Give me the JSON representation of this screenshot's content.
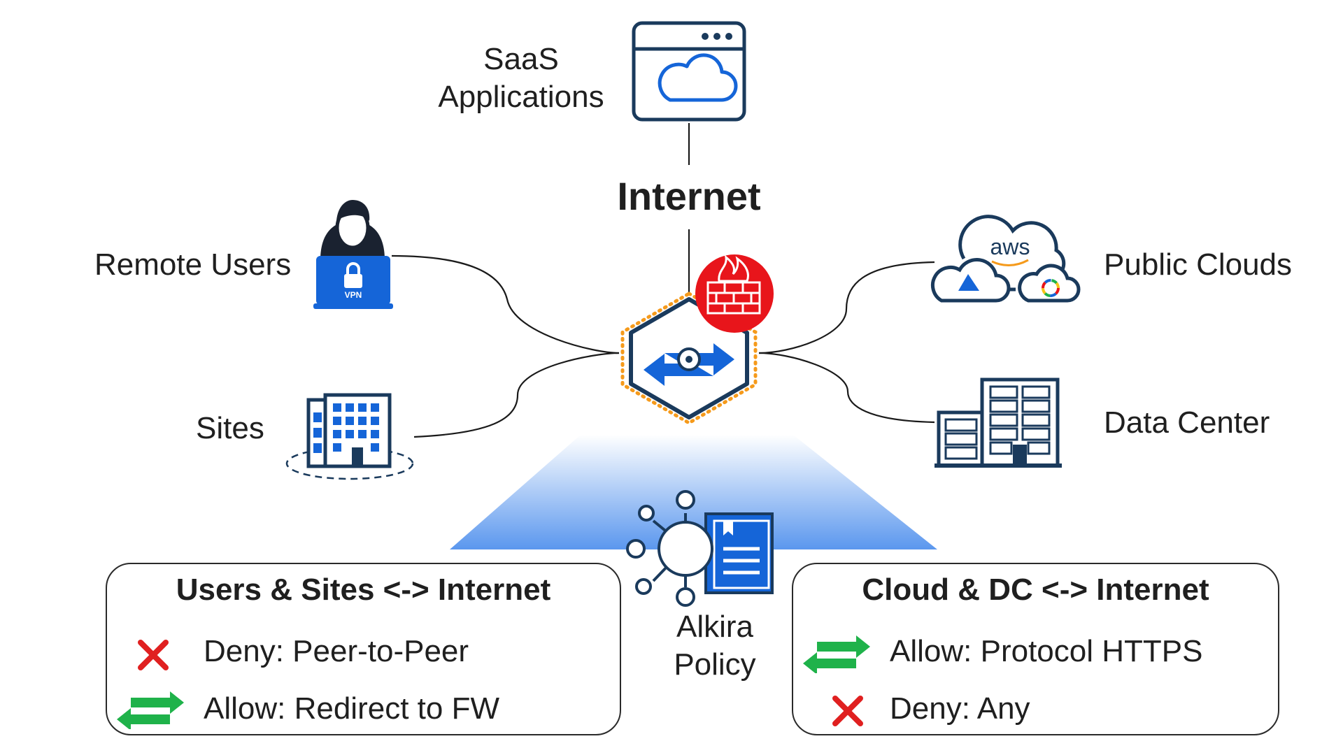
{
  "colors": {
    "navy": "#1a3a5c",
    "blue": "#1565d8",
    "firewall_red": "#e8151b",
    "orange_dots": "#f59a1b",
    "green_arrow": "#1fb24a",
    "red_x": "#e02020",
    "gradient_top": "#f2f7fe",
    "gradient_bottom": "#5b97ee"
  },
  "nodes": {
    "saas": {
      "label_line1": "SaaS",
      "label_line2": "Applications",
      "icon": "browser-cloud-icon"
    },
    "internet": {
      "label": "Internet"
    },
    "remote_users": {
      "label": "Remote Users",
      "icon": "vpn-user-icon",
      "badge": "VPN"
    },
    "sites": {
      "label": "Sites",
      "icon": "office-building-icon"
    },
    "public_clouds": {
      "label": "Public Clouds",
      "icon": "multi-cloud-icon",
      "aws_text": "aws"
    },
    "data_center": {
      "label": "Data Center",
      "icon": "data-center-icon"
    },
    "hub": {
      "icon": "alkira-hub-icon",
      "firewall_icon": "firewall-icon"
    },
    "policy": {
      "label_line1": "Alkira",
      "label_line2": "Policy",
      "icon": "policy-document-icon"
    }
  },
  "policies": {
    "left": {
      "title": "Users & Sites <-> Internet",
      "rules": [
        {
          "icon": "deny-x-icon",
          "text": "Deny: Peer-to-Peer"
        },
        {
          "icon": "allow-arrows-icon",
          "text": "Allow: Redirect to FW"
        }
      ]
    },
    "right": {
      "title": "Cloud & DC <-> Internet",
      "rules": [
        {
          "icon": "allow-arrows-icon",
          "text": "Allow: Protocol HTTPS"
        },
        {
          "icon": "deny-x-icon",
          "text": "Deny: Any"
        }
      ]
    }
  }
}
